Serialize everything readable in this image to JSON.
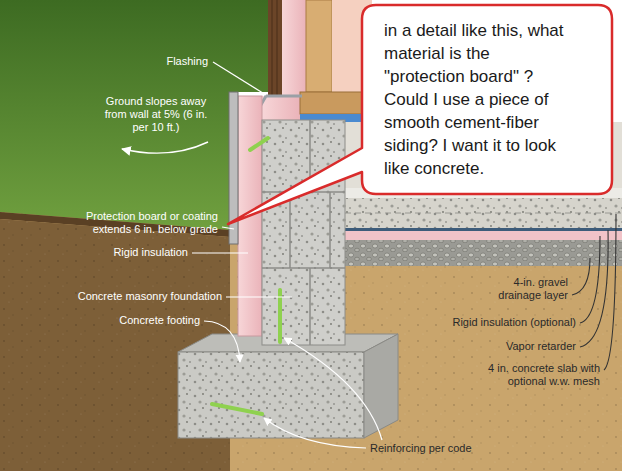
{
  "diagram": {
    "nodes": [
      {
        "text": [
          "in a detail like this, what material is the \"protection board\" ? Could I use a piece of smooth cement-fiber siding? I want it to look like concrete."
        ]
      }
    ],
    "labels": [
      "Flashing",
      "Ground slopes away from wall at 5% (6 in. per 10 ft.)",
      "Protection board or coating extends 6 in. below grade",
      "Rigid insulation",
      "Concrete masonry foundation",
      "Concrete footing",
      "Reinforcing per code",
      "4-in. gravel drainage layer",
      "Rigid insulation (optional)",
      "Vapor retarder",
      "4 in. concrete slab with optional w.w. mesh"
    ]
  }
}
